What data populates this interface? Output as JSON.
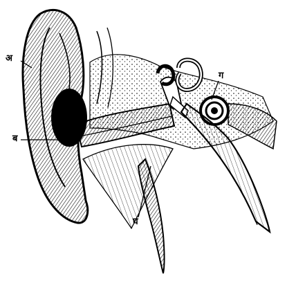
{
  "figure": {
    "labels": {
      "a": "अ",
      "b": "ब",
      "c": "ग",
      "d": "घ"
    },
    "colors": {
      "ink": "#000000",
      "paper": "#ffffff"
    }
  }
}
